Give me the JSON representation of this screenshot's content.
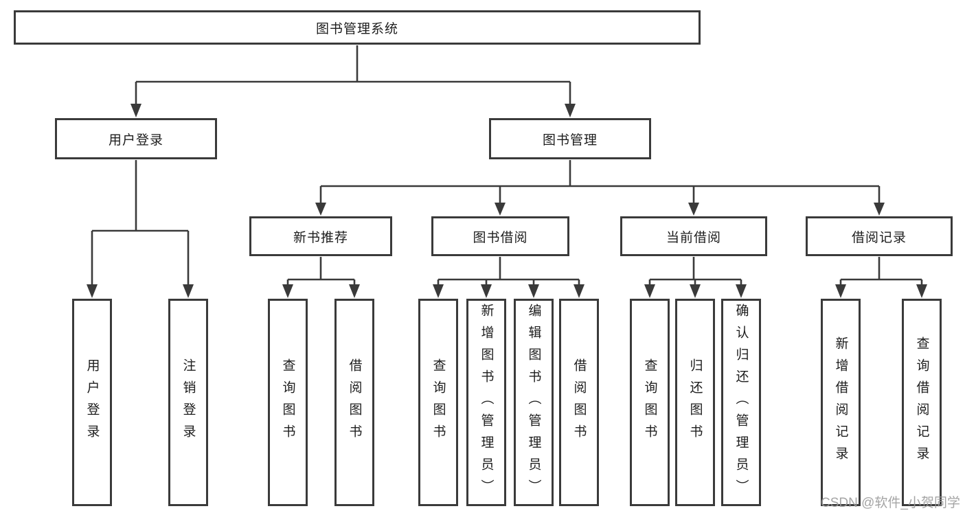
{
  "tree": {
    "root": "图书管理系统",
    "branches": [
      {
        "label": "用户登录",
        "children": [
          "用户登录",
          "注销登录"
        ]
      },
      {
        "label": "图书管理",
        "groups": [
          {
            "label": "新书推荐",
            "children": [
              "查询图书",
              "借阅图书"
            ]
          },
          {
            "label": "图书借阅",
            "children": [
              "查询图书",
              "新增图书（管理员）",
              "编辑图书（管理员）",
              "借阅图书"
            ]
          },
          {
            "label": "当前借阅",
            "children": [
              "查询图书",
              "归还图书",
              "确认归还（管理员）"
            ]
          },
          {
            "label": "借阅记录",
            "children": [
              "新增借阅记录",
              "查询借阅记录"
            ]
          }
        ]
      }
    ]
  },
  "watermark": "CSDN @软件_小贺同学",
  "colors": {
    "line": "#3a3a3a",
    "text": "#1d1d1d",
    "watermark": "#9b9b9b",
    "background": "#ffffff"
  }
}
